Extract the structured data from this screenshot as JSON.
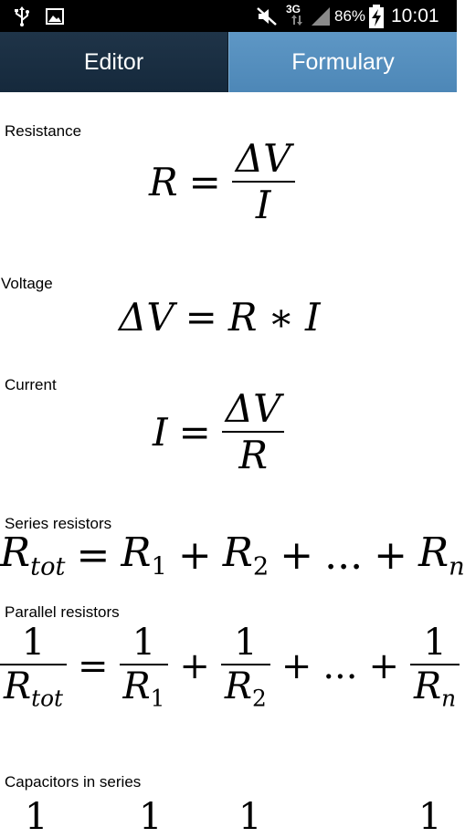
{
  "status_bar": {
    "network": "3G",
    "battery": "86%",
    "time": "10:01",
    "icons": [
      "usb-icon",
      "image-icon",
      "mute-icon",
      "signal-icon",
      "battery-charging-icon"
    ]
  },
  "tabs": [
    {
      "label": "Editor",
      "selected": false
    },
    {
      "label": "Formulary",
      "selected": true
    }
  ],
  "formulas": {
    "resistance": {
      "title": "Resistance",
      "lhs": "R",
      "eq": "=",
      "num": "ΔV",
      "den": "I"
    },
    "voltage": {
      "title": "Voltage",
      "lhs": "ΔV",
      "eq": "=",
      "rhs_a": "R",
      "star": "∗",
      "rhs_b": "I"
    },
    "current": {
      "title": "Current",
      "lhs": "I",
      "eq": "=",
      "num": "ΔV",
      "den": "R"
    },
    "series": {
      "title": "Series resistors",
      "lhs": "R",
      "lhs_sub": "tot",
      "eq": "=",
      "t1": "R",
      "t1_sub": "1",
      "plus": "+",
      "t2": "R",
      "t2_sub": "2",
      "dots": "...",
      "tn": "R",
      "tn_sub": "n"
    },
    "parallel": {
      "title": "Parallel resistors",
      "one": "1",
      "lhs_den": "R",
      "lhs_sub": "tot",
      "eq": "=",
      "d1": "R",
      "d1_sub": "1",
      "plus": "+",
      "d2": "R",
      "d2_sub": "2",
      "dots": "...",
      "dn": "R",
      "dn_sub": "n"
    },
    "capacitors_series": {
      "title": "Capacitors in series",
      "one": "1"
    }
  }
}
